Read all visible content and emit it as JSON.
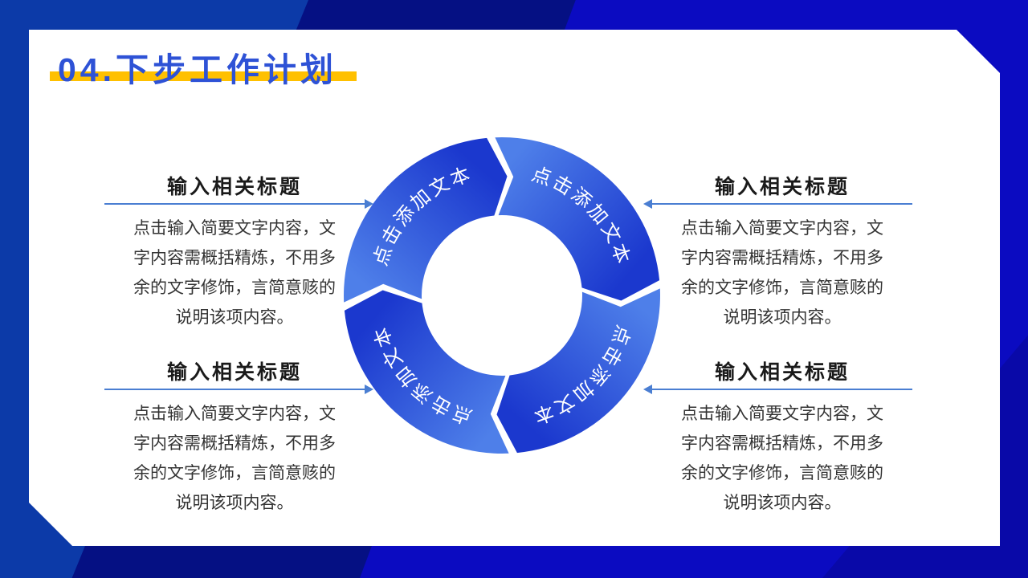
{
  "slide": {
    "page_title": "04.下步工作计划",
    "title_color": "#2E52D6",
    "title_highlight_color": "#FFC000",
    "panel_color": "#FFFFFF",
    "border_colors": [
      "#051083",
      "#0C3AA8",
      "#0B0BC1",
      "#0909A8"
    ]
  },
  "diagram": {
    "type": "cycle-arrows",
    "direction": "clockwise",
    "segment_labels": [
      "点击添加文本",
      "点击添加文本",
      "点击添加文本",
      "点击添加文本"
    ],
    "segment_gradient": {
      "light": "#4E7FE9",
      "dark": "#1B38CE"
    },
    "label_color": "#FFFFFF"
  },
  "connector_color": "#4A7ED2",
  "callouts": [
    {
      "position": "top-left",
      "title": "输入相关标题",
      "body_lines": [
        "点击输入简要文字内容，文",
        "字内容需概括精炼，不用多",
        "余的文字修饰，言简意赅的",
        "说明该项内容。"
      ]
    },
    {
      "position": "top-right",
      "title": "输入相关标题",
      "body_lines": [
        "点击输入简要文字内容，文",
        "字内容需概括精炼，不用多",
        "余的文字修饰，言简意赅的",
        "说明该项内容。"
      ]
    },
    {
      "position": "bottom-left",
      "title": "输入相关标题",
      "body_lines": [
        "点击输入简要文字内容，文",
        "字内容需概括精炼，不用多",
        "余的文字修饰，言简意赅的",
        "说明该项内容。"
      ]
    },
    {
      "position": "bottom-right",
      "title": "输入相关标题",
      "body_lines": [
        "点击输入简要文字内容，文",
        "字内容需概括精炼，不用多",
        "余的文字修饰，言简意赅的",
        "说明该项内容。"
      ]
    }
  ]
}
